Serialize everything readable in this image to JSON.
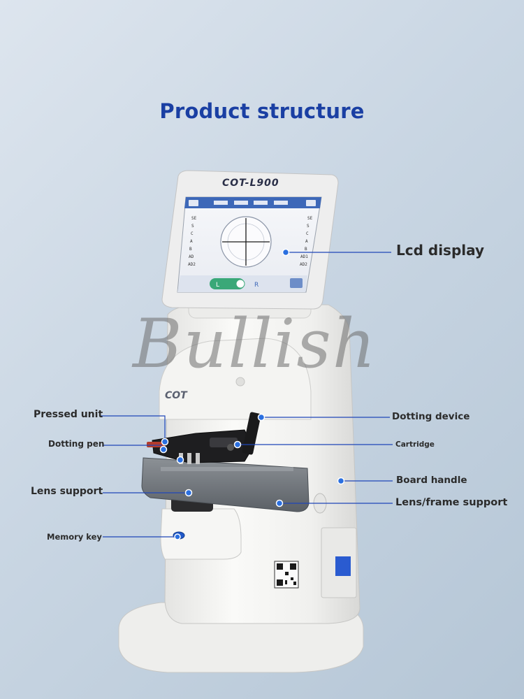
{
  "title": "Product structure",
  "device": {
    "model": "COT-L900",
    "brand": "COT"
  },
  "watermark": "Bullish",
  "labels": {
    "lcd_display": "Lcd display",
    "pressed_unit": "Pressed unit",
    "dotting_pen": "Dotting pen",
    "lens_support": "Lens support",
    "memory_key": "Memory key",
    "dotting_device": "Dotting device",
    "cartridge": "Cartridge",
    "board_handle": "Board handle",
    "lens_frame_support": "Lens/frame support"
  },
  "screen": {
    "left_readings": [
      "SE",
      "S",
      "C",
      "A",
      "B",
      "AD",
      "AD2"
    ],
    "right_readings": [
      "SE",
      "S",
      "C",
      "A",
      "B",
      "AD1",
      "AD2"
    ],
    "lr_buttons": [
      "L",
      "R"
    ]
  },
  "colors": {
    "title": "#1a3fa3",
    "callout_line": "#1f46b8",
    "callout_dot": "#2a6fe0",
    "device_body": "#f2f2f0",
    "screen_header": "#3d68b8"
  }
}
